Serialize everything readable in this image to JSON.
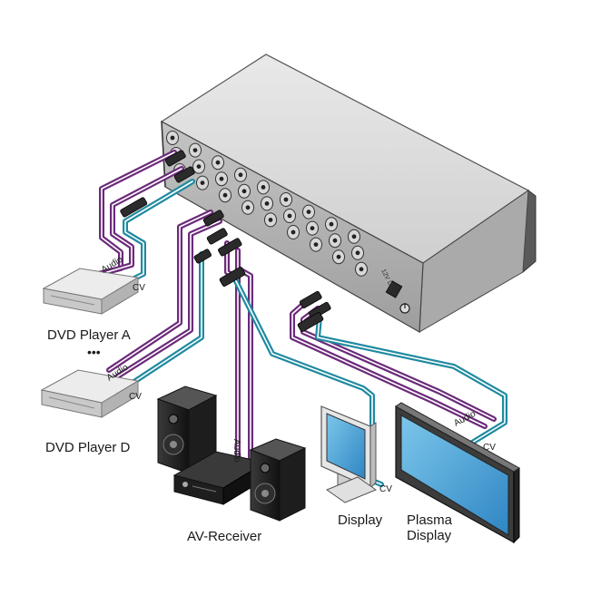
{
  "labels": {
    "dvd_a": "DVD Player A",
    "dvd_d": "DVD Player D",
    "ellipsis": "•••",
    "av_receiver": "AV-Receiver",
    "display": "Display",
    "plasma_line1": "Plasma",
    "plasma_line2": "Display"
  },
  "cables": {
    "audio_a": "Audio",
    "cv_a": "CV",
    "audio_d": "Audio",
    "cv_d": "CV",
    "audio_receiver": "Audio",
    "cv_display": "CV",
    "audio_plasma": "Audio",
    "cv_plasma": "CV"
  },
  "panel": {
    "power": "12V DC"
  },
  "colors": {
    "audio_cable": "#6b2a7a",
    "video_cable": "#1f8aa0",
    "device_body": "#d9d9d9",
    "device_dark": "#2a2a2a"
  }
}
